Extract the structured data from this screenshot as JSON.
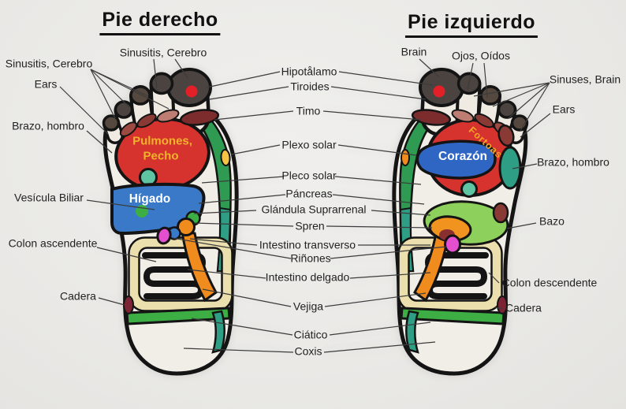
{
  "titles": {
    "right_foot": "Pie derecho",
    "left_foot": "Pie izquierdo"
  },
  "labels": {
    "right_foot": {
      "sinusitis_cerebro_left": "Sinusitis, Cerebro",
      "sinusitis_cerebro_top": "Sinusitis, Cerebro",
      "ears": "Ears",
      "brazo_hombro": "Brazo, hombro",
      "vesicula_biliar": "Vesícula Biliar",
      "colon_ascendente": "Colon ascendente",
      "cadera": "Cadera"
    },
    "center": {
      "hipotalamo": "Hipotålamo",
      "tiroides": "Tiroides",
      "timo": "Timo",
      "plexo_solar": "Plexo solar",
      "pleco_solar": "Pleco solar",
      "pancreas": "Páncreas",
      "glandula_suprarrenal": "Glándula Suprarrenal",
      "spren": "Spren",
      "intestino_transverso": "Intestino transverso",
      "rinones": "Riñones",
      "intestino_delgado": "Intestino delgado",
      "vejiga": "Vejiga",
      "ciatico": "Ciático",
      "coxis": "Coxis"
    },
    "left_foot": {
      "brain": "Brain",
      "ojos_oidos": "Ojos, Oídos",
      "sinuses_brain": "Sinuses, Brain",
      "ears": "Ears",
      "brazo_hombro": "Brazo, hombro",
      "bazo": "Bazo",
      "colon_descendente": "Colon descendente",
      "cadera": "Cadera"
    }
  },
  "zone_texts": {
    "pulmones_line1": "Pulmones,",
    "pulmones_line2": "Pecho",
    "higado": "Hígado",
    "corazon": "Corazón",
    "fortoas": "Fortoas"
  },
  "palette": {
    "background": "#ebeae7",
    "outline": "#141414",
    "zone_red": "#d6322e",
    "zone_blue": "#3a79c8",
    "zone_heart_blue": "#2f66c4",
    "zone_green": "#3cae44",
    "zone_dark_green": "#2f9b52",
    "zone_teal": "#2e9e84",
    "zone_light_teal": "#5fc4a2",
    "zone_light_green": "#8ed05c",
    "zone_orange": "#f08c1e",
    "zone_cream": "#ecdfae",
    "zone_magenta": "#e44fd0",
    "zone_dark_red": "#7c2c2c",
    "zone_toe_gray": "#4a4340",
    "text_yellow": "#f0b429",
    "text_orange": "#f5a623",
    "leader_line": "#3c3c3c"
  }
}
